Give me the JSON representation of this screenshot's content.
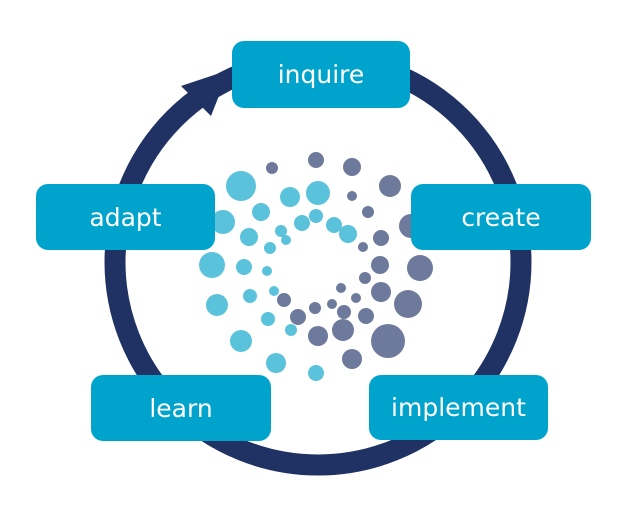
{
  "cycle": {
    "steps": [
      {
        "key": "inquire",
        "label": "inquire"
      },
      {
        "key": "create",
        "label": "create"
      },
      {
        "key": "implement",
        "label": "implement"
      },
      {
        "key": "learn",
        "label": "learn"
      },
      {
        "key": "adapt",
        "label": "adapt"
      }
    ]
  },
  "colors": {
    "ring": "#1f3263",
    "box": "#00a3cc",
    "box_text": "#ffffff",
    "dot_light": "#5ac3db",
    "dot_dark": "#6d7a9c"
  },
  "icons": {
    "arrow": "cycle-arrowhead-icon",
    "center": "dotted-spiral-icon"
  }
}
